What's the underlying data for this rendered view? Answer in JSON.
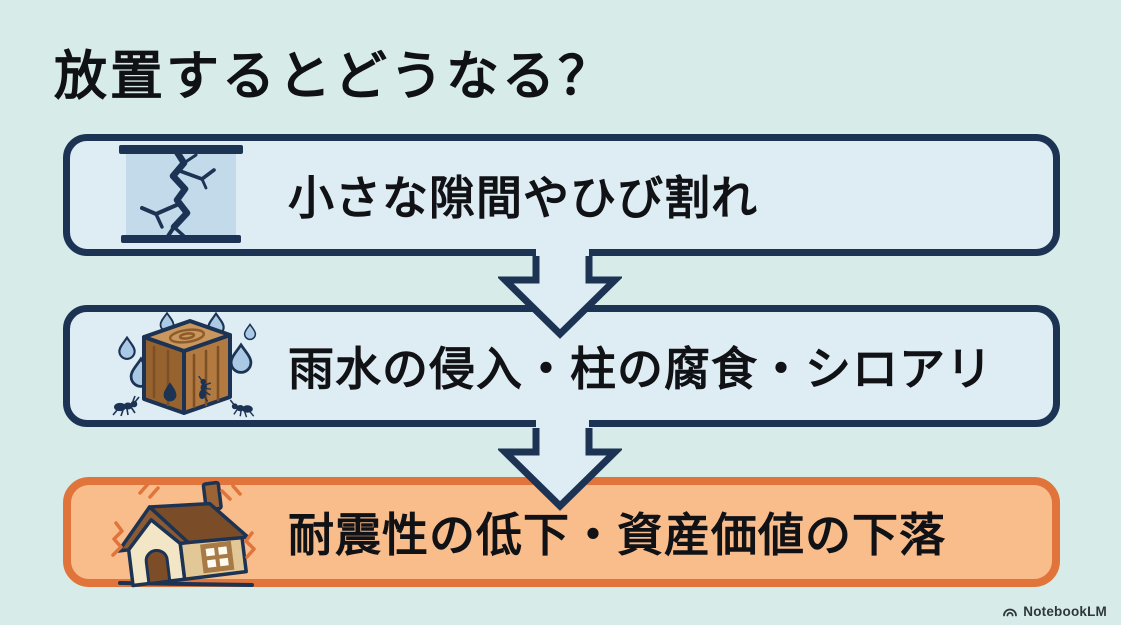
{
  "title": "放置するとどうなる？",
  "flow": {
    "connector": "down-arrow",
    "steps": [
      {
        "label": "小さな隙間やひび割れ",
        "icon": "cracked-wall-icon",
        "highlight": false
      },
      {
        "label": "雨水の侵入・柱の腐食・シロアリ",
        "icon": "wet-wood-termites-icon",
        "highlight": false
      },
      {
        "label": "耐震性の低下・資産価値の下落",
        "icon": "shaking-house-icon",
        "highlight": true
      }
    ]
  },
  "watermark": {
    "label": "NotebookLM",
    "icon": "notebooklm-logo-icon"
  },
  "colors": {
    "background": "#d7ebe9",
    "box_fill": "#deecf3",
    "box_border": "#1c3354",
    "highlight_fill": "#f9bc8b",
    "highlight_border": "#e0743a",
    "text": "#111216",
    "watermark_text": "#30373c"
  }
}
